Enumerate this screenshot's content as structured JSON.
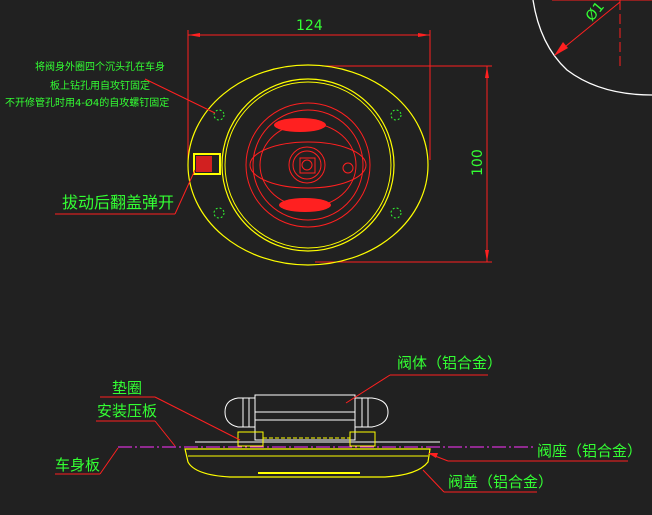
{
  "dimensions": {
    "width": "124",
    "height": "100",
    "diameter_partial": "Ø1"
  },
  "notes": {
    "install_line1": "将阀身外圈四个沉头孔在车身",
    "install_line2": "板上钻孔用自攻钉固定",
    "install_line3": "不开修管孔时用4-Ø4的自攻螺钉固定",
    "flip_open": "拔动后翻盖弹开"
  },
  "labels": {
    "valve_body": "阀体（铝合金）",
    "washer": "垫圈",
    "mount_plate": "安装压板",
    "body_panel": "车身板",
    "valve_seat": "阀座（铝合金）",
    "valve_cover": "阀盖（铝合金）"
  },
  "colors": {
    "background": "#212121",
    "text": "#33ff33",
    "leader": "#ff2020",
    "outline": "#ffff00",
    "section": "#ffffff",
    "centerline": "#ff33ff"
  }
}
